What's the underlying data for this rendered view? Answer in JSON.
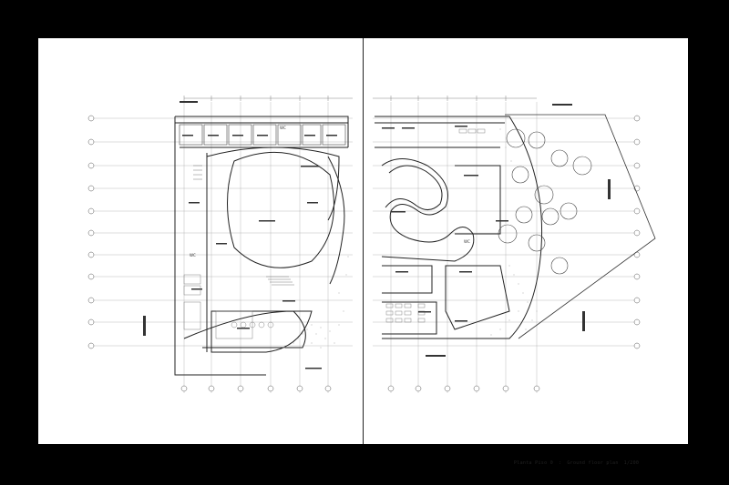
{
  "caption": {
    "plan_name": "Planta Piso 0",
    "separator": ":",
    "plan_name_en": "Ground floor plan",
    "scale": "1/200"
  },
  "rooms_left": {
    "wc": "WC",
    "wc2": "WC"
  },
  "rooms_right": {
    "wc": "WC"
  },
  "colors": {
    "paper": "#ffffff",
    "frame": "#000000",
    "line": "#333333",
    "grid": "#999999"
  }
}
